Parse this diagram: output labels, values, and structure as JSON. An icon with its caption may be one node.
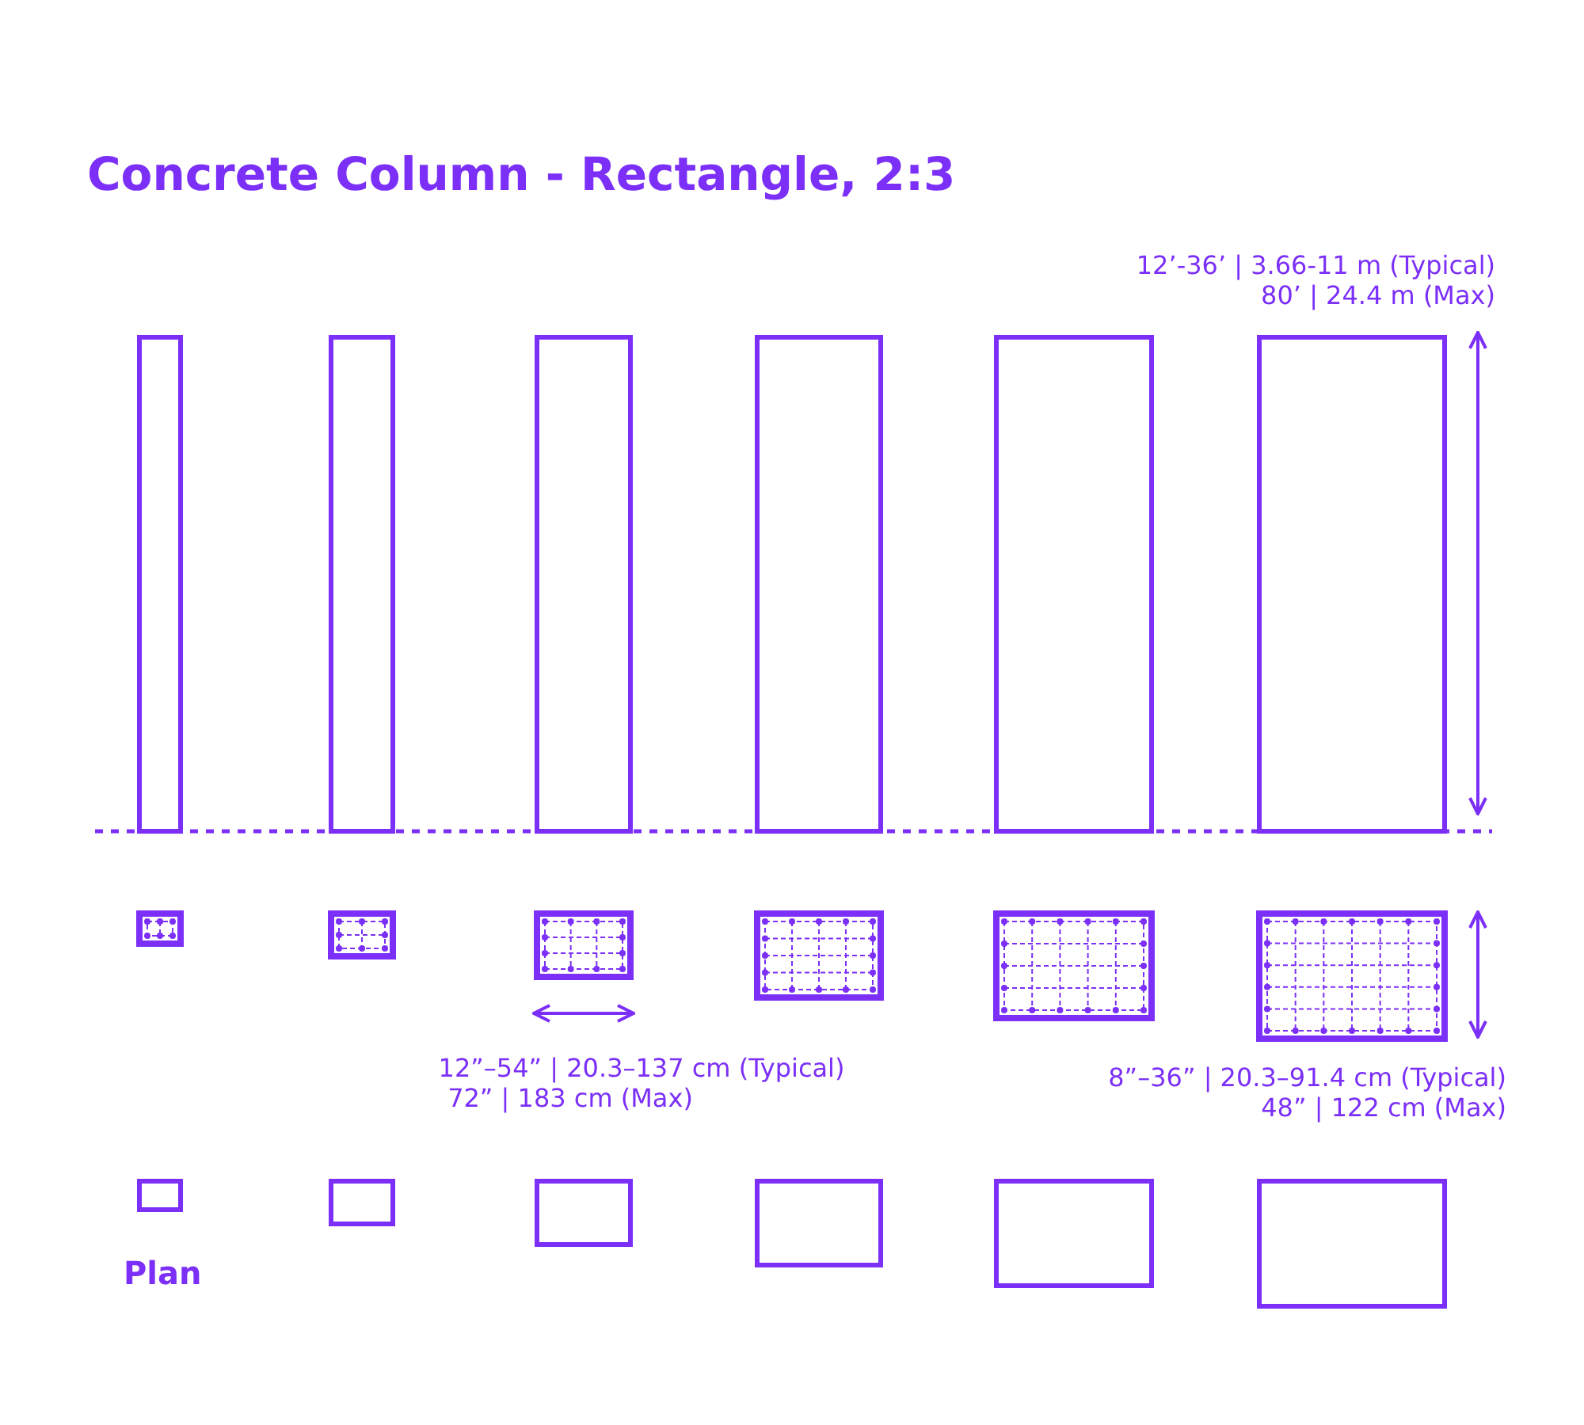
{
  "diagram": {
    "title": "Concrete Column - Rectangle, 2:3",
    "labels": [
      "12’-36’ | 3.66-11 m (Typical)",
      "80’ | 24.4 m (Max)",
      "12”–54” | 20.3–137 cm (Typical)",
      "72” | 183 cm (Max)",
      "8”–36” | 20.3–91.4 cm (Typical)",
      "48” | 122 cm (Max)",
      "Plan"
    ]
  }
}
